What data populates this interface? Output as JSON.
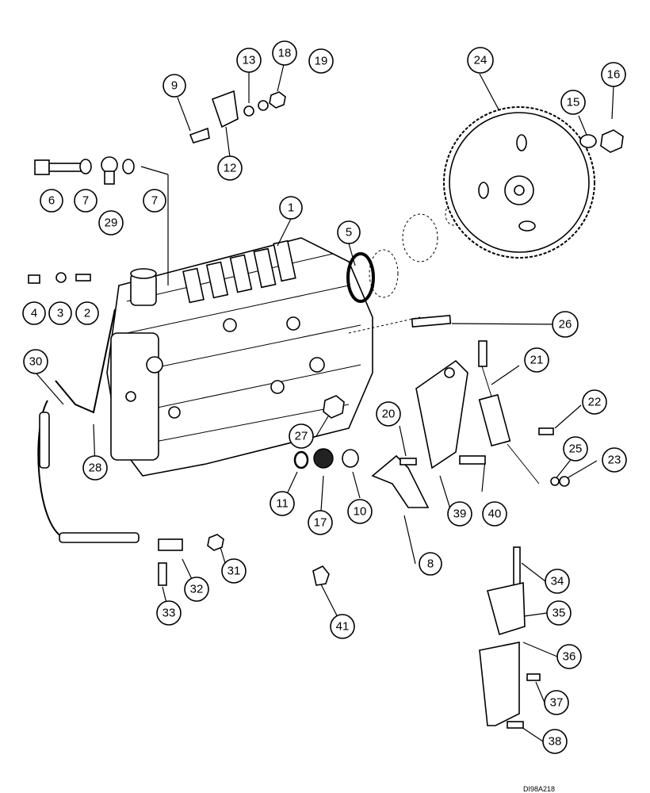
{
  "diagram": {
    "reference_code": "DI98A218",
    "callouts": [
      "1",
      "2",
      "3",
      "4",
      "5",
      "6",
      "7",
      "7",
      "8",
      "9",
      "10",
      "11",
      "12",
      "13",
      "15",
      "16",
      "17",
      "18",
      "19",
      "20",
      "21",
      "22",
      "23",
      "24",
      "25",
      "26",
      "27",
      "28",
      "29",
      "30",
      "31",
      "32",
      "33",
      "34",
      "35",
      "36",
      "37",
      "38",
      "39",
      "40",
      "41"
    ]
  }
}
